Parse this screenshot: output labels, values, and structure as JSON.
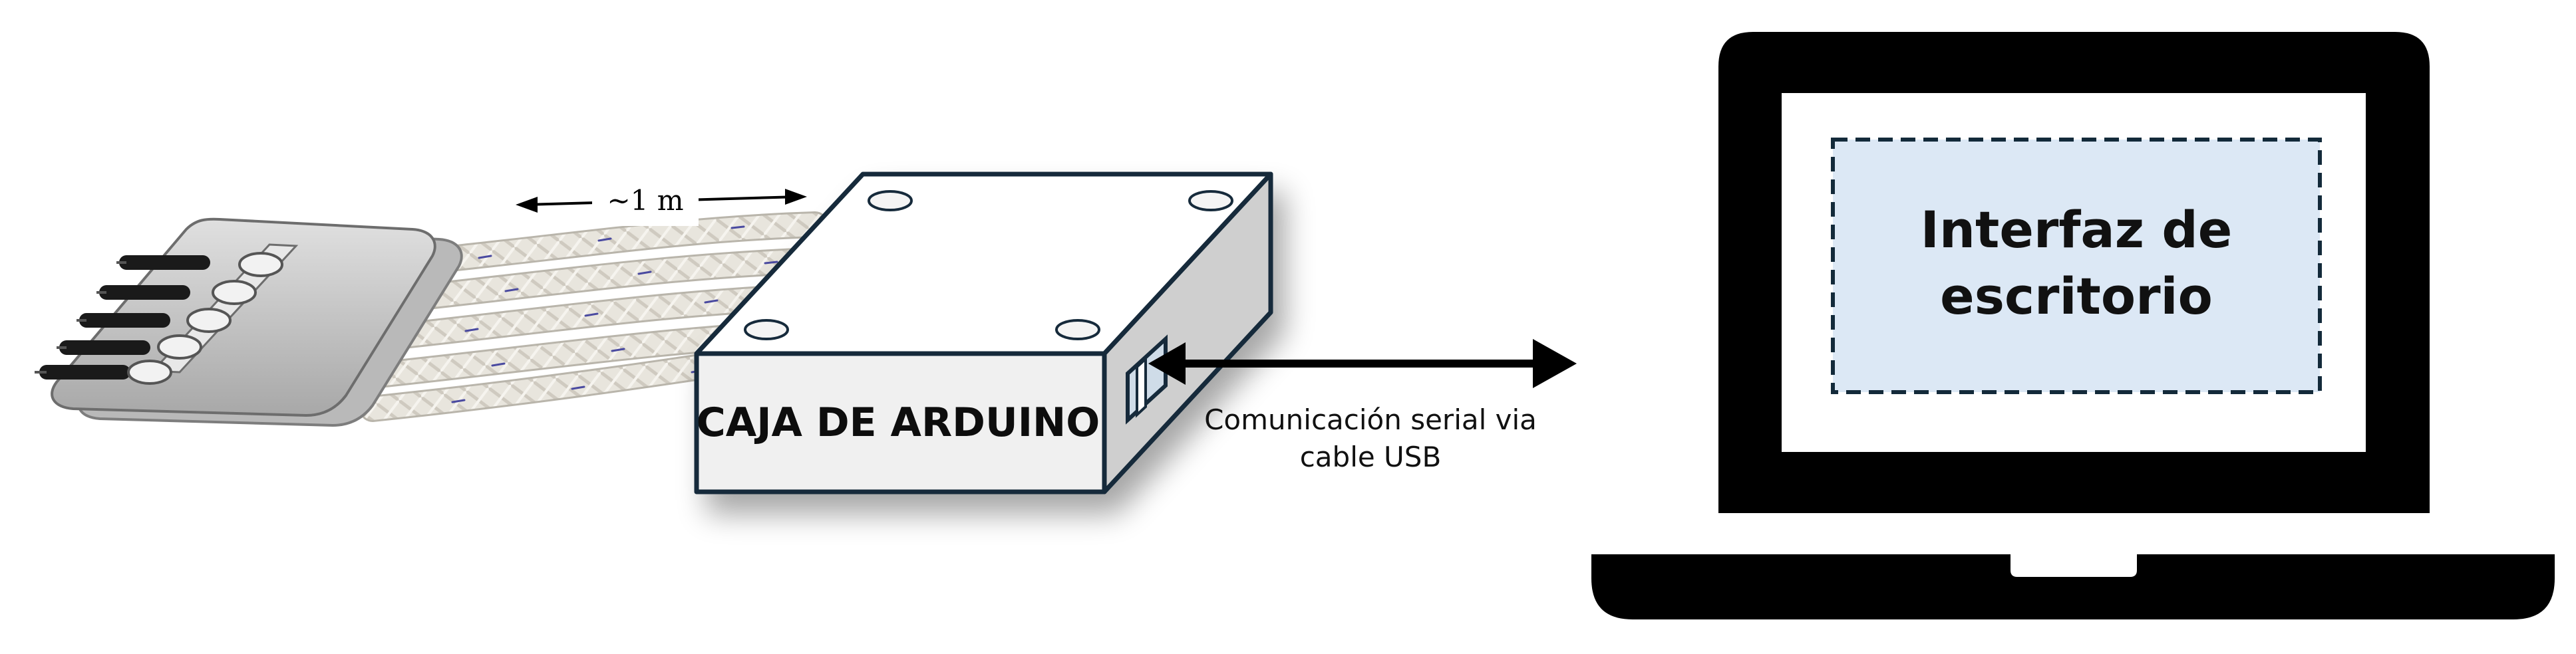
{
  "labels": {
    "cable_length": "~1 m",
    "arduino_box": "CAJA DE ARDUINO",
    "serial_line1": "Comunicación serial via",
    "serial_line2": "cable USB",
    "interface_line1": "Interfaz de",
    "interface_line2": "escritorio"
  },
  "colors": {
    "box_stroke": "#132a3a",
    "box_front": "#f0f0f0",
    "box_top": "#ffffff",
    "box_side": "#cfcfcf",
    "screen_panel": "#dce8f5",
    "laptop": "#000000",
    "cable": "#e6e3dc",
    "cable_fleck": "#4a4aa0",
    "probe_plate": "#c6c6c6"
  }
}
